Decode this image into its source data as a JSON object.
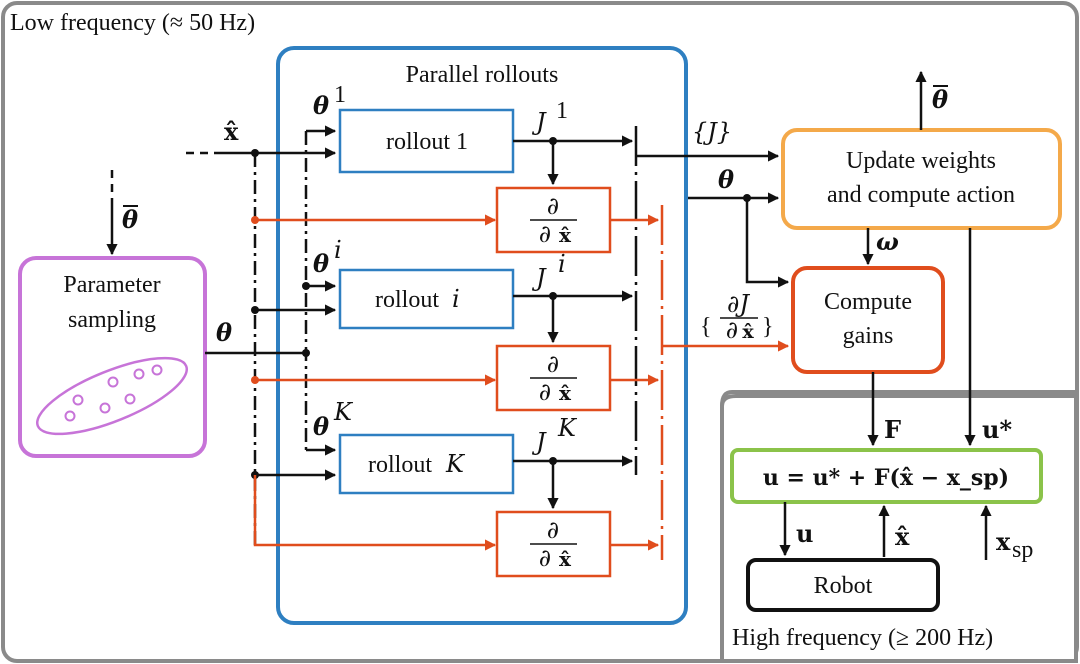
{
  "regions": {
    "low_frequency": "Low frequency (≈ 50 Hz)",
    "high_frequency": "High frequency (≥ 200 Hz)",
    "parallel_rollouts": "Parallel rollouts"
  },
  "blocks": {
    "parameter_sampling_line1": "Parameter",
    "parameter_sampling_line2": "sampling",
    "rollout_1": "rollout 1",
    "rollout_i_word": "rollout",
    "rollout_i_var": "i",
    "rollout_K_word": "rollout",
    "rollout_K_var": "K",
    "update_line1": "Update weights",
    "update_line2": "and compute action",
    "compute_gains_line1": "Compute",
    "compute_gains_line2": "gains",
    "robot": "Robot",
    "control_law": "u = u* + F(x̂ − x_sp)"
  },
  "signals": {
    "theta": "θ",
    "theta_bar": "θ̄",
    "x_hat": "x̂",
    "J_set": "{J}",
    "J": "J",
    "sup_1": "1",
    "sup_i": "i",
    "sup_K": "K",
    "omega": "ω",
    "F": "F",
    "u_star": "u*",
    "u": "u",
    "x_sp": "x",
    "sp": "sp",
    "partial": "∂",
    "dJ_dx": "∂J / ∂x̂"
  },
  "colors": {
    "gray_border": "#8a8a8a",
    "blue": "#2e7fc1",
    "purple": "#c774d8",
    "orange": "#f4a94a",
    "red": "#e04d1d",
    "green": "#8bc34a",
    "black": "#111111"
  }
}
